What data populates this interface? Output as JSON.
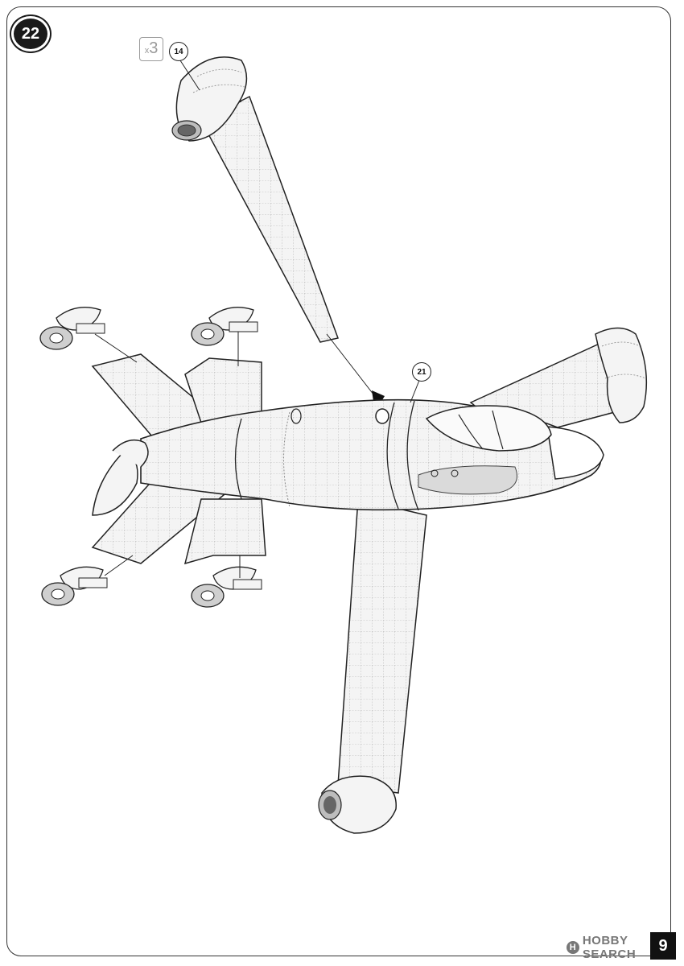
{
  "step": {
    "number": "22"
  },
  "quantity": {
    "prefix": "x",
    "count": "3"
  },
  "parts": [
    {
      "id": "part-14",
      "number": "14"
    },
    {
      "id": "part-21",
      "number": "21"
    }
  ],
  "page": {
    "number": "9"
  },
  "watermark": {
    "logo": "H",
    "text": "HOBBY SEARCH"
  },
  "icons": {
    "step": "step-number-badge",
    "qty": "quantity-box",
    "arrow": "assembly-arrow-icon"
  },
  "colors": {
    "line": "#222222",
    "fill": "#f4f4f4",
    "panel": "#888888"
  }
}
